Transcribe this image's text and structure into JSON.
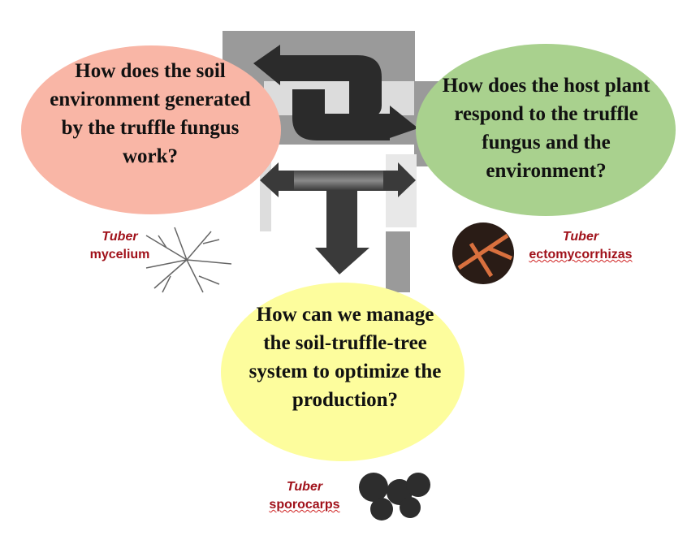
{
  "questions": {
    "soil": "How does the soil environment generated by the truffle fungus work?",
    "host": "How does the host plant respond to the truffle fungus and the environment?",
    "manage": "How can we manage the soil-truffle-tree system to optimize the production?"
  },
  "labels": {
    "mycelium": {
      "genus": "Tuber",
      "name": "mycelium"
    },
    "ectomycorrhizas": {
      "genus": "Tuber",
      "name": "ectomycorrhizas"
    },
    "sporocarps": {
      "genus": "Tuber",
      "name": "sporocarps"
    }
  },
  "colors": {
    "soil": "#f9b6a6",
    "host": "#a9d18e",
    "manage": "#fdfd9d",
    "label": "#a0111a"
  }
}
